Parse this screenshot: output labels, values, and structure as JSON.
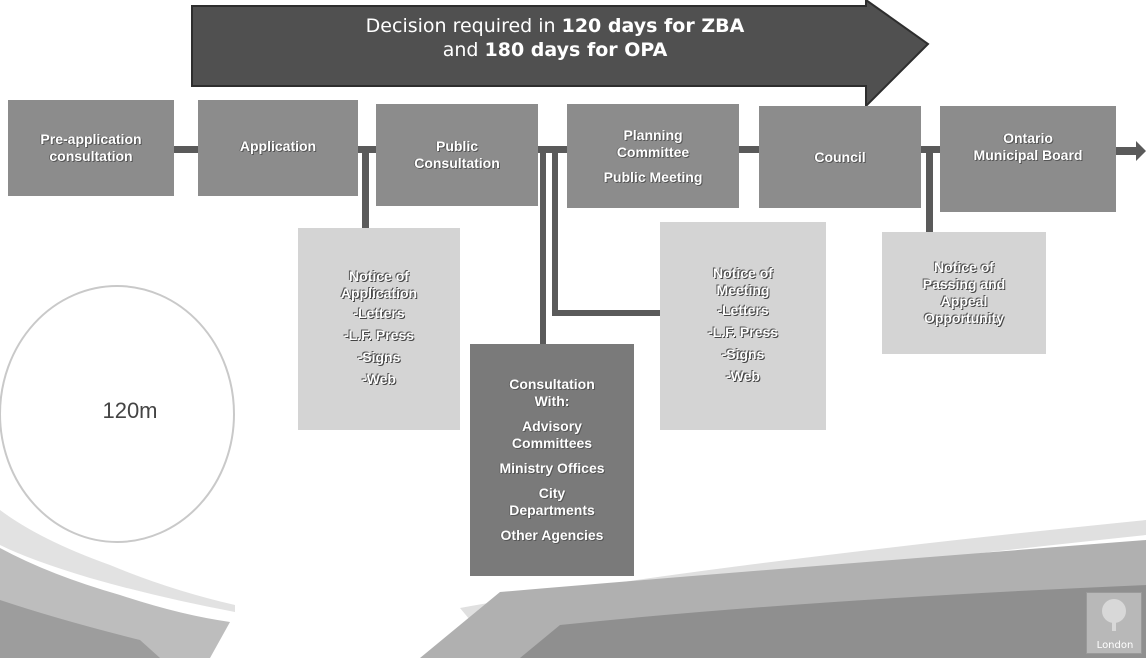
{
  "banner": {
    "line1_prefix": "Decision required in ",
    "line1_bold": "120 days for ZBA",
    "line2_prefix": "and ",
    "line2_bold": "180 days for OPA"
  },
  "stages": {
    "pre_application": {
      "line1": "Pre-application",
      "line2": "consultation"
    },
    "application": {
      "line1": "Application"
    },
    "public_consultation": {
      "line1": "Public",
      "line2": "Consultation"
    },
    "planning_committee": {
      "line1": "Planning",
      "line2": "Committee",
      "line3": "Public Meeting"
    },
    "council": {
      "line1": "Council"
    },
    "omb": {
      "line1": "Ontario",
      "line2": "Municipal Board"
    }
  },
  "notes": {
    "notice_application": {
      "title1": "Notice of",
      "title2": "Application",
      "items": [
        "-Letters",
        "-L.F. Press",
        "-Signs",
        "-Web"
      ]
    },
    "consultation_with": {
      "title1": "Consultation",
      "title2": "With:",
      "items": [
        "Advisory",
        "Committees",
        "Ministry Offices",
        "City",
        "Departments",
        "Other Agencies"
      ]
    },
    "notice_meeting": {
      "title1": "Notice of",
      "title2": "Meeting",
      "items": [
        "-Letters",
        "-L.F. Press",
        "-Signs",
        "-Web"
      ]
    },
    "notice_passing": {
      "line1": "Notice of",
      "line2": "Passing and",
      "line3": "Appeal",
      "line4": "Opportunity"
    }
  },
  "circle_label": "120m",
  "logo_text": "London",
  "colors": {
    "stage": "#8c8c8c",
    "note": "#d4d4d4",
    "consult": "#7a7a7a",
    "arrow": "#505050",
    "connector": "#5a5a5a"
  }
}
